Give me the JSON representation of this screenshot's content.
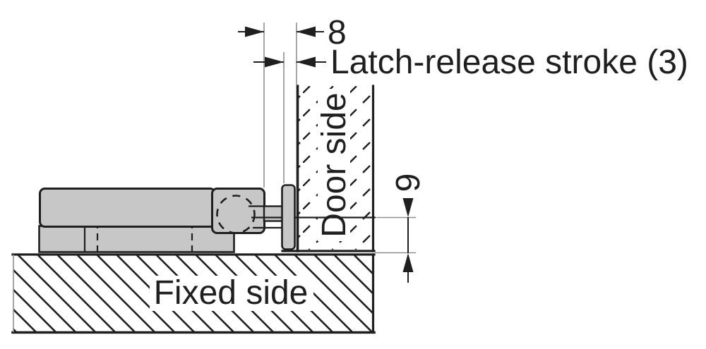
{
  "diagram": {
    "type": "technical-drawing-cross-section",
    "dimensions": {
      "top_width": "8",
      "stroke_label": "Latch-release stroke (3)",
      "side_height": "9"
    },
    "labels": {
      "door": "Door side",
      "fixed": "Fixed side"
    },
    "colors": {
      "line": "#1f1f1f",
      "part_fill": "#c7c7c7",
      "extension_line": "#8f8f8f",
      "background": "#ffffff"
    }
  }
}
